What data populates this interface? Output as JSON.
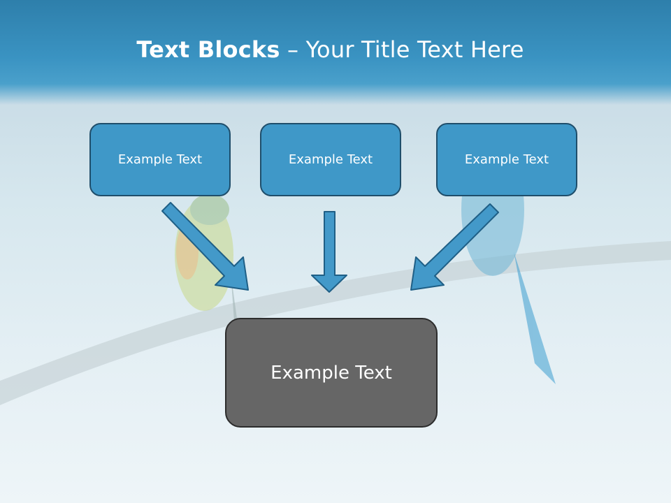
{
  "title": {
    "bold": "Text Blocks",
    "dash": " – ",
    "rest": "Your Title Text Here"
  },
  "blocks": {
    "top": [
      "Example Text",
      "Example Text",
      "Example Text"
    ],
    "center": "Example Text"
  },
  "colors": {
    "header": "#2e7fab",
    "box_fill": "#3f98c8",
    "box_border": "#1f4e6b",
    "arrow_fill": "#4399c9",
    "center_fill": "#666666",
    "center_border": "#2c2c2c"
  }
}
